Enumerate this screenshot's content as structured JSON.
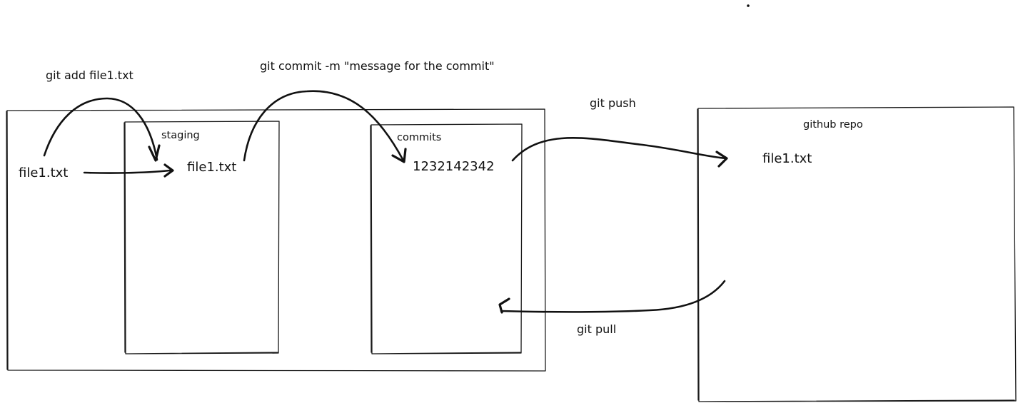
{
  "labels": {
    "git_add": "git add file1.txt",
    "git_commit": "git commit -m \"message for the commit\"",
    "git_push": "git push",
    "git_pull": "git pull",
    "staging_title": "staging",
    "commits_title": "commits",
    "github_title": "github repo",
    "working_file": "file1.txt",
    "staged_file": "file1.txt",
    "commit_hash": "1232142342",
    "remote_file": "file1.txt"
  }
}
